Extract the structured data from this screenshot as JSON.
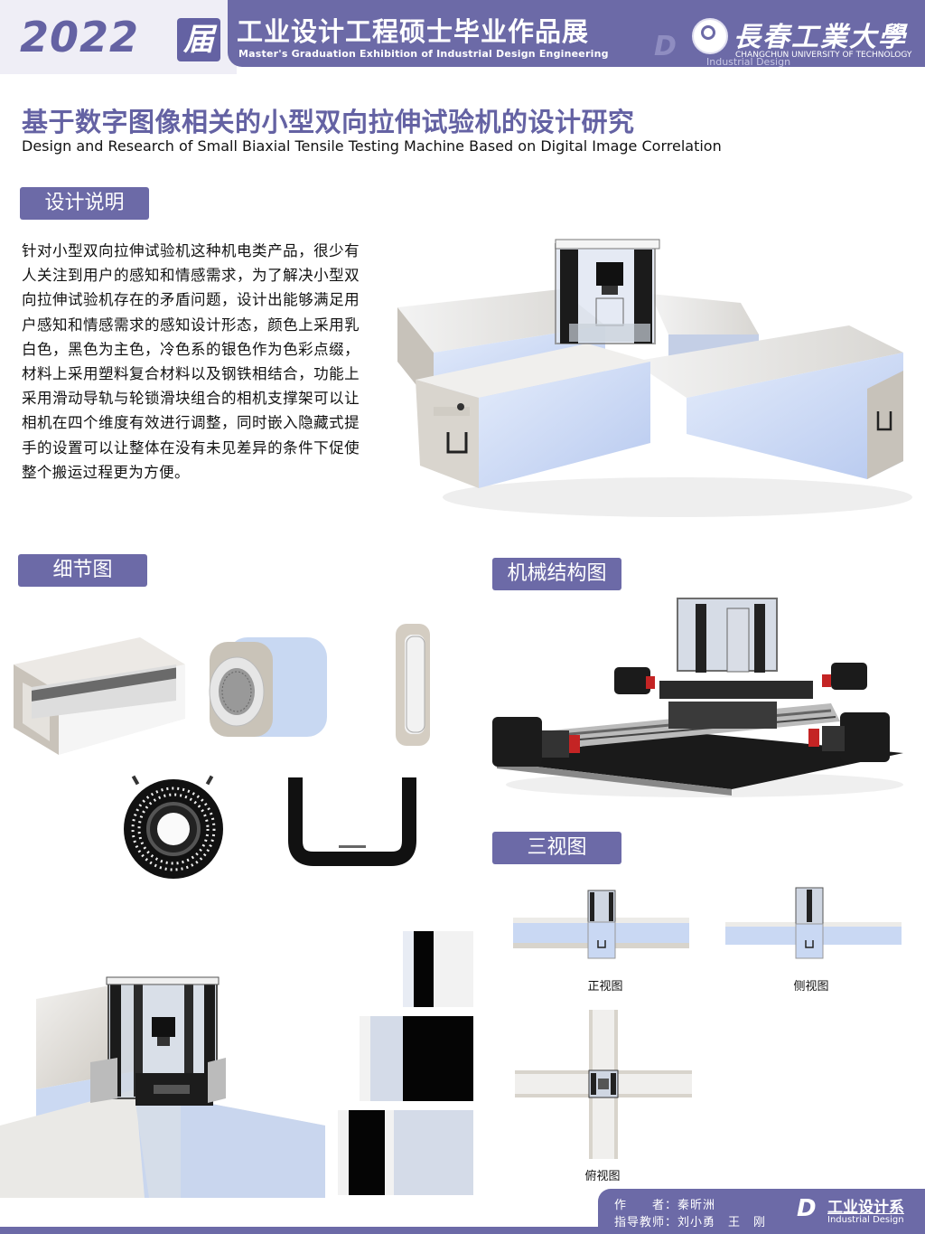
{
  "header": {
    "year": "2022",
    "year_suffix": "届",
    "title": "工业设计工程硕士毕业作品展",
    "subtitle": "Master's Graduation Exhibition of Industrial Design Engineering",
    "watermark_en": "Industrial Design",
    "university_cn": "長春工業大學",
    "university_en": "CHANGCHUN UNIVERSITY OF TECHNOLOGY"
  },
  "project": {
    "title_cn": "基于数字图像相关的小型双向拉伸试验机的设计研究",
    "title_en": "Design and Research of Small Biaxial Tensile Testing Machine Based on Digital Image Correlation"
  },
  "sections": {
    "description": "设计说明",
    "details": "细节图",
    "mechanism": "机械结构图",
    "three_views": "三视图"
  },
  "description_text": "针对小型双向拉伸试验机这种机电类产品，很少有人关注到用户的感知和情感需求，为了解决小型双向拉伸试验机存在的矛盾问题，设计出能够满足用户感知和情感需求的感知设计形态，颜色上采用乳白色，黑色为主色，冷色系的银色作为色彩点缀，材料上采用塑料复合材料以及钢铁相结合，功能上采用滑动导轨与轮锁滑块组合的相机支撑架可以让相机在四个维度有效进行调整，同时嵌入隐藏式提手的设置可以让整体在没有未见差异的条件下促使整个搬运过程更为方便。",
  "views": {
    "front": "正视图",
    "side": "侧视图",
    "top": "俯视图"
  },
  "footer": {
    "author": "作　　者：秦昕洲",
    "advisor": "指导教师：刘小勇　王　刚",
    "dept_cn": "工业设计系",
    "dept_en": "Industrial Design",
    "logo_mark": "D"
  },
  "colors": {
    "brand_purple": "#6c6aa7",
    "title_purple": "#6462a3",
    "product_blue": "#c9d8f3",
    "product_gray": "#bdb6ab"
  }
}
